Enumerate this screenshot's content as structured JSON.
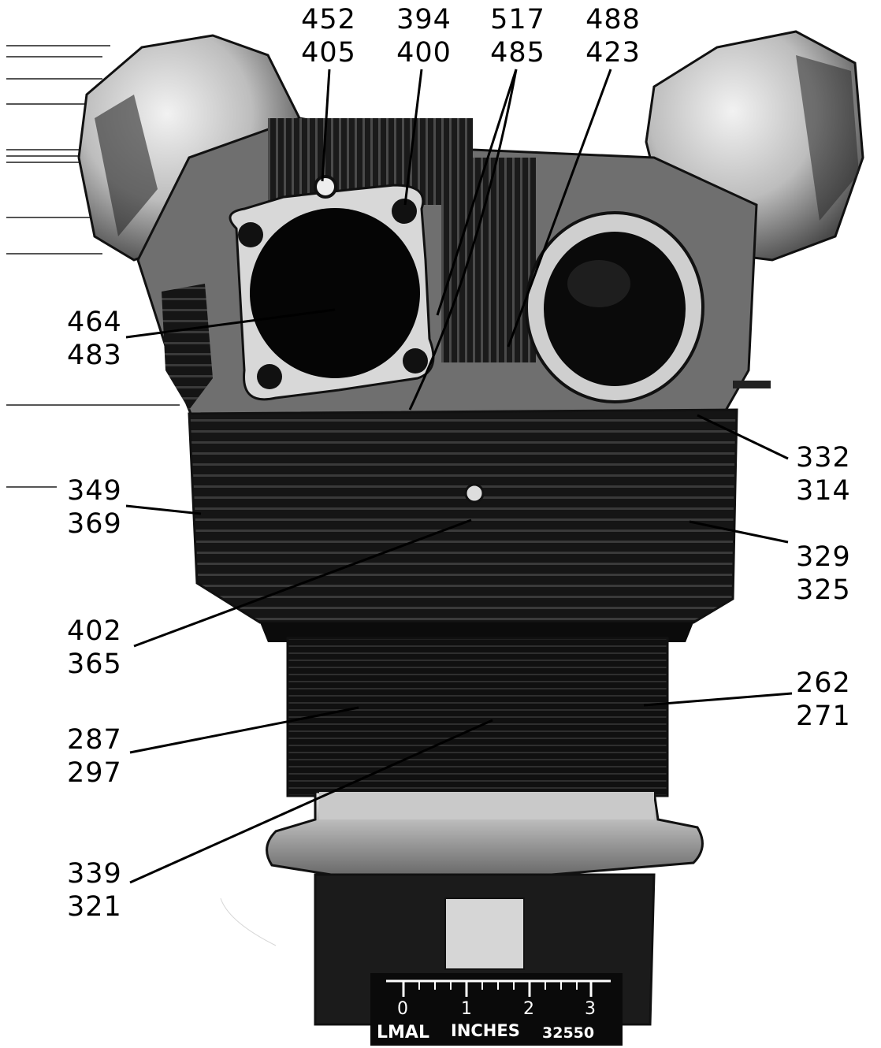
{
  "figure": {
    "callouts": [
      {
        "id": "c1",
        "top": "452",
        "bottom": "405"
      },
      {
        "id": "c2",
        "top": "394",
        "bottom": "400"
      },
      {
        "id": "c3",
        "top": "517",
        "bottom": "485"
      },
      {
        "id": "c4",
        "top": "488",
        "bottom": "423"
      },
      {
        "id": "c5",
        "top": "464",
        "bottom": "483"
      },
      {
        "id": "c6",
        "top": "332",
        "bottom": "314"
      },
      {
        "id": "c7",
        "top": "349",
        "bottom": "369"
      },
      {
        "id": "c8",
        "top": "329",
        "bottom": "325"
      },
      {
        "id": "c9",
        "top": "402",
        "bottom": "365"
      },
      {
        "id": "c10",
        "top": "262",
        "bottom": "271"
      },
      {
        "id": "c11",
        "top": "287",
        "bottom": "297"
      },
      {
        "id": "c12",
        "top": "339",
        "bottom": "321"
      }
    ],
    "scale_bar": {
      "ticks": [
        "0",
        "1",
        "2",
        "3"
      ],
      "caption_left": "LMAL",
      "caption_mid": "INCHES",
      "caption_right": "32550"
    },
    "colors": {
      "background": "#ffffff",
      "cylinder_dark": "#111111",
      "metal_light": "#d9d9d9",
      "ink": "#000000"
    }
  }
}
